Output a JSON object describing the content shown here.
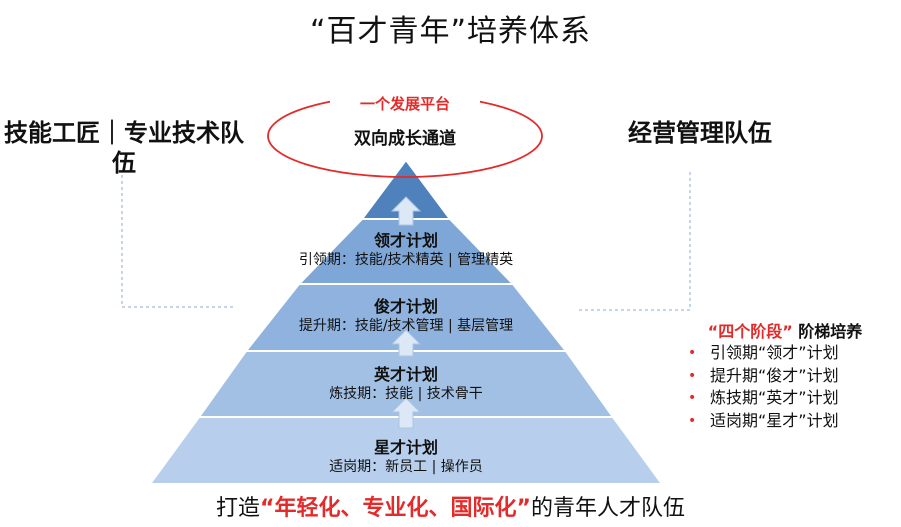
{
  "title": "“百才青年”培养体系",
  "left_title": "技能工匠｜专业技术队伍",
  "right_title": "经营管理队伍",
  "platform": {
    "label": "一个发展平台",
    "channel": "双向成长通道"
  },
  "tiers": [
    {
      "name": "领才计划",
      "desc": "引领期：技能/技术精英 | 管理精英"
    },
    {
      "name": "俊才计划",
      "desc": "提升期：技能/技术管理 | 基层管理"
    },
    {
      "name": "英才计划",
      "desc": "炼技期：技能 | 技术骨干"
    },
    {
      "name": "星才计划",
      "desc": "适岗期：新员工 | 操作员"
    }
  ],
  "stages": {
    "heading_red": "“四个阶段”",
    "heading_rest": "阶梯培养",
    "items": [
      "引领期“领才”计划",
      "提升期“俊才”计划",
      "炼技期“英才”计划",
      "适岗期“星才”计划"
    ]
  },
  "footer": {
    "prefix": "打造",
    "highlight": "“年轻化、专业化、国际化”",
    "suffix": "的青年人才队伍"
  },
  "colors": {
    "accent_red": "#e32b2b",
    "apex_blue": "#4f81bd",
    "tier1": "#7ea6d6",
    "tier2": "#8fb3de",
    "tier3": "#a2c0e4",
    "tier4": "#b7cfec"
  }
}
